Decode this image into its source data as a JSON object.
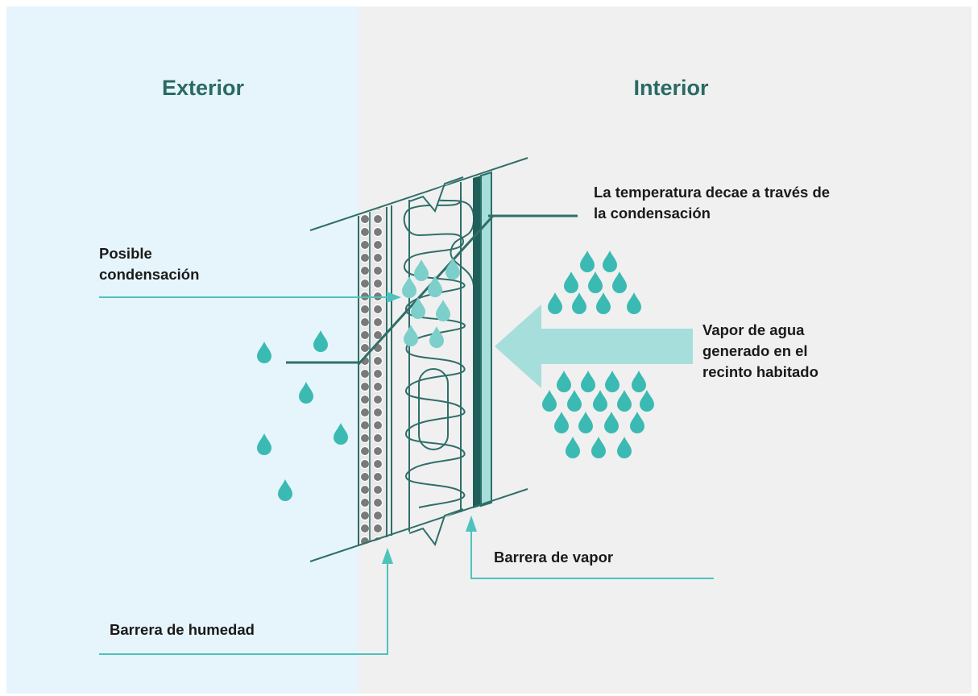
{
  "headings": {
    "exterior": "Exterior",
    "interior": "Interior"
  },
  "labels": {
    "temperature": [
      "La temperatura decae a través de",
      "la condensación"
    ],
    "condensation": [
      "Posible",
      "condensación"
    ],
    "vapor_source": [
      "Vapor de agua",
      "generado en el",
      "recinto habitado"
    ],
    "vapor_barrier": "Barrera de vapor",
    "moisture_barrier": "Barrera de humedad"
  },
  "colors": {
    "exterior_bg": "#e6f5fb",
    "interior_bg": "#f0f0f0",
    "heading": "#2a6a64",
    "wall_stroke": "#2f6e69",
    "vapor_barrier_fill": "#1f5f59",
    "leader_line": "#4cc3bd",
    "drop": "#3bbab3",
    "drop_light": "#7ccfca",
    "arrow": "#a6dedb",
    "text": "#1a1a1a"
  }
}
